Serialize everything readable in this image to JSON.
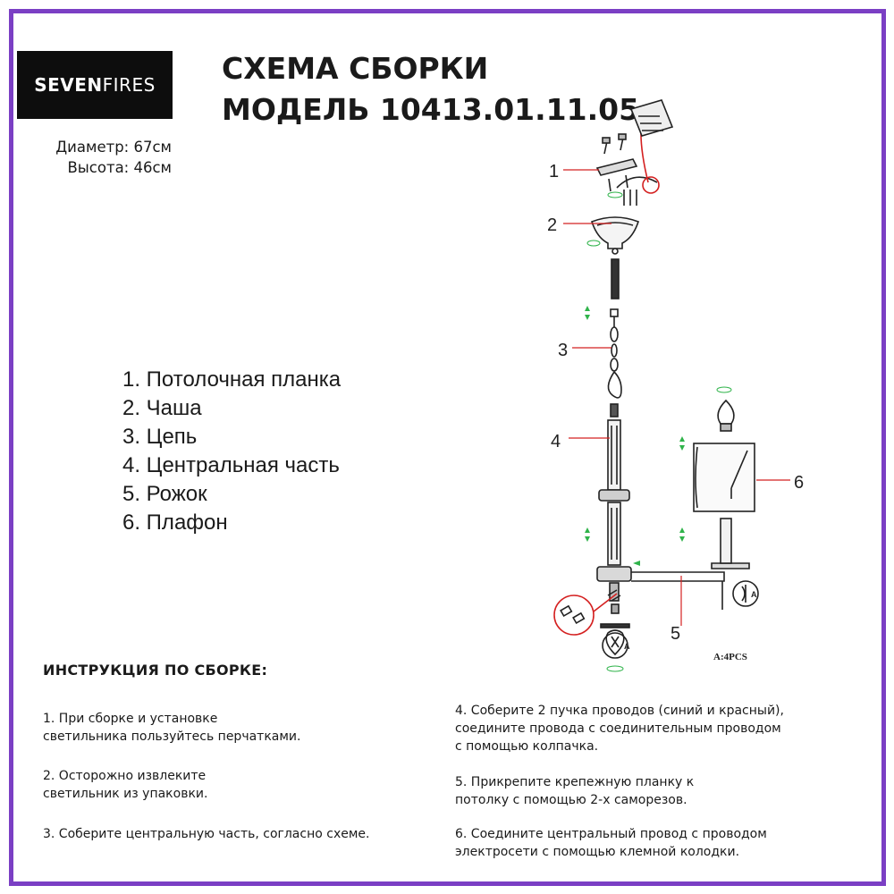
{
  "logo": {
    "part1": "SEVEN",
    "part2": "FIRES"
  },
  "dimensions": {
    "diameter": "Диаметр: 67см",
    "height": "Высота: 46см"
  },
  "title": {
    "line1": "СХЕМА СБОРКИ",
    "line2": "МОДЕЛЬ 10413.01.11.05"
  },
  "parts": [
    "1. Потолочная планка",
    "2. Чаша",
    "3. Цепь",
    "4. Центральная часть",
    "5. Рожок",
    "6. Плафон"
  ],
  "diagram": {
    "callouts": [
      "1",
      "2",
      "3",
      "4",
      "5",
      "6"
    ],
    "note": "A:4PCS",
    "marker": "A",
    "colors": {
      "leader": "#d42020",
      "arrow": "#2fb34a"
    }
  },
  "instructions": {
    "heading": "ИНСТРУКЦИЯ ПО СБОРКЕ:",
    "steps": [
      [
        "1. При сборке и установке",
        "светильника пользуйтесь перчатками."
      ],
      [
        "2. Осторожно извлеките",
        "светильник из упаковки."
      ],
      [
        "3. Соберите центральную часть, согласно схеме."
      ],
      [
        "4. Соберите 2 пучка проводов (синий и красный),",
        "соедините провода с соединительным проводом",
        "с помощью колпачка."
      ],
      [
        "5. Прикрепите крепежную планку к",
        "потолку с помощью 2-х саморезов."
      ],
      [
        "6. Соедините центральный провод с проводом",
        "электросети с помощью клемной колодки."
      ]
    ]
  }
}
